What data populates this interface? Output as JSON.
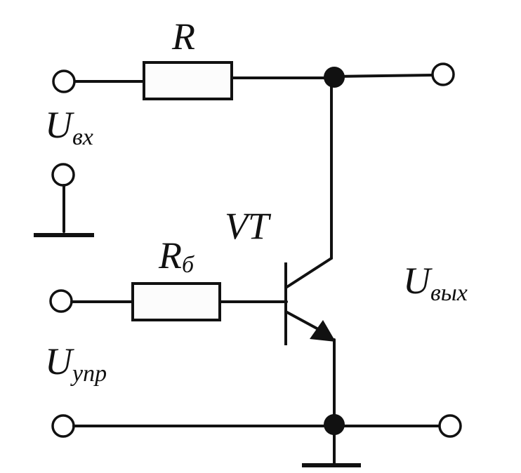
{
  "labels": {
    "resistor_r": "R",
    "resistor_rb_main": "R",
    "resistor_rb_sub": "б",
    "transistor": "VT",
    "u_in_main": "U",
    "u_in_sub": "вх",
    "u_ctrl_main": "U",
    "u_ctrl_sub": "упр",
    "u_out_main": "U",
    "u_out_sub": "вых"
  },
  "colors": {
    "line": "#111111",
    "background": "#ffffff"
  }
}
